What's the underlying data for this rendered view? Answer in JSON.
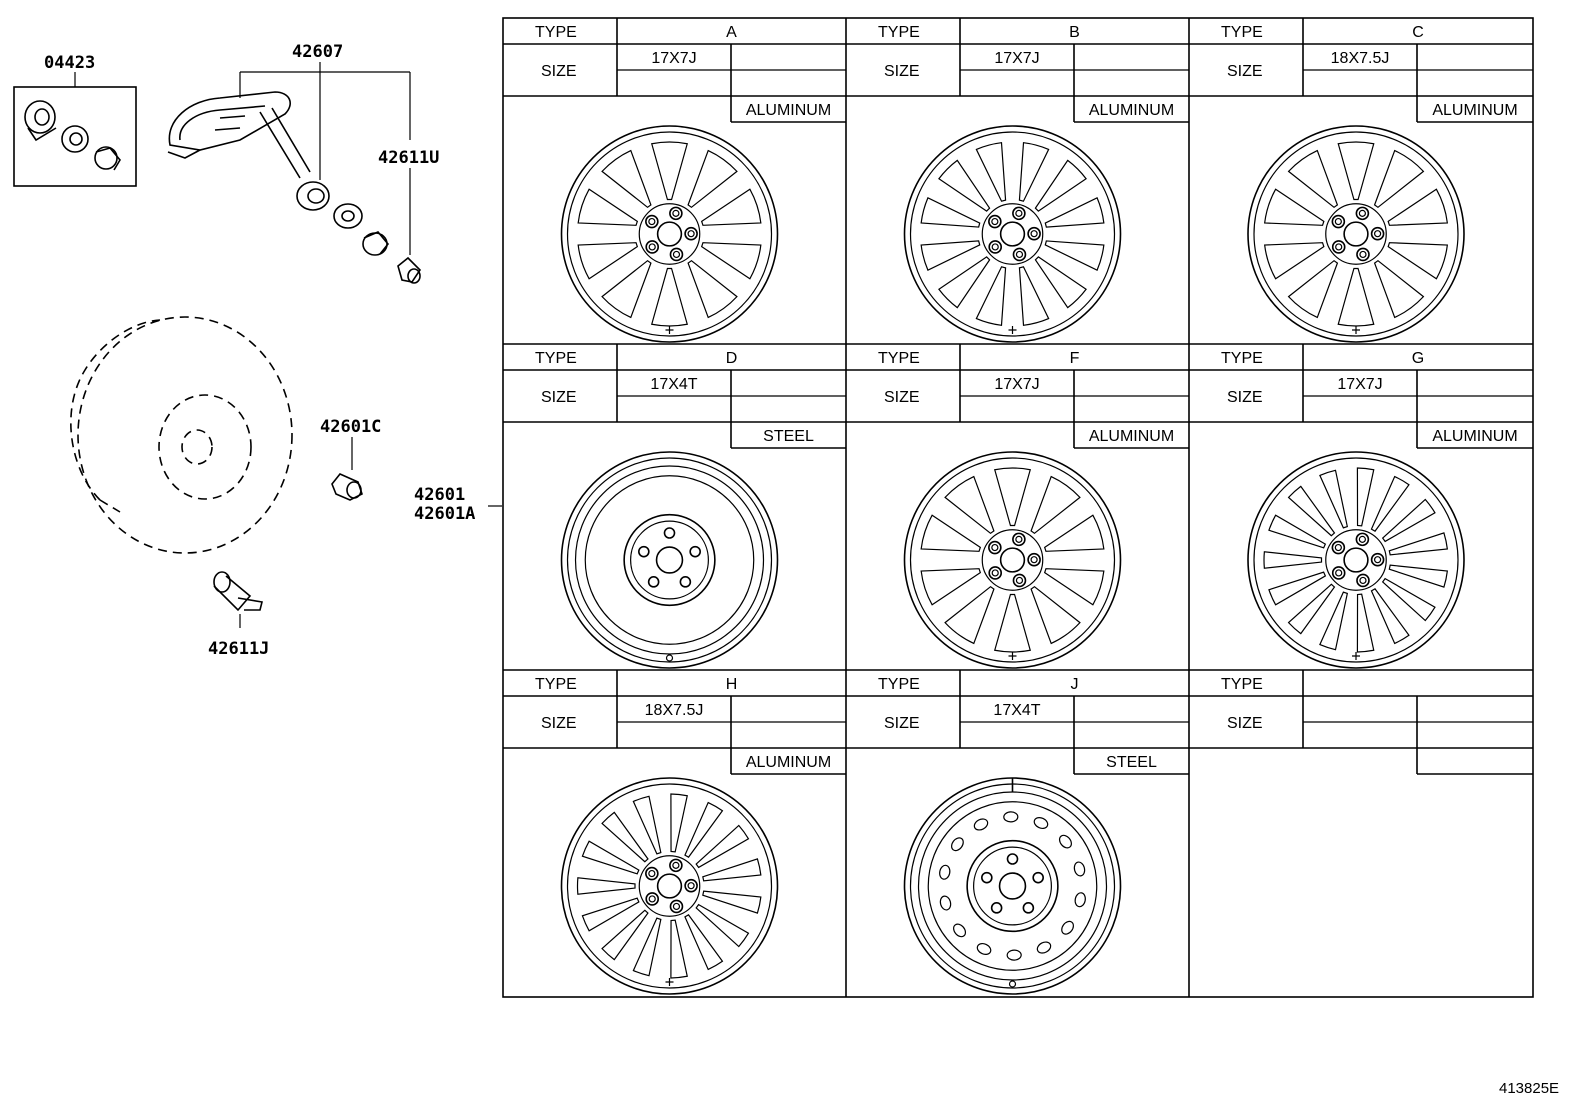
{
  "part_labels": {
    "p04423": "04423",
    "p42607": "42607",
    "p42611u": "42611U",
    "p42601c": "42601C",
    "p42601": "42601",
    "p42601a": "42601A",
    "p42611j": "42611J"
  },
  "table": {
    "type_label": "TYPE",
    "size_label": "SIZE",
    "cells": [
      {
        "type": "A",
        "size": "17X7J",
        "material": "ALUMINUM",
        "wheel": "twin-spoke-5"
      },
      {
        "type": "B",
        "size": "17X7J",
        "material": "ALUMINUM",
        "wheel": "multi-spoke-10"
      },
      {
        "type": "C",
        "size": "18X7.5J",
        "material": "ALUMINUM",
        "wheel": "split-spoke-5"
      },
      {
        "type": "D",
        "size": "17X4T",
        "material": "STEEL",
        "wheel": "steel-spare"
      },
      {
        "type": "F",
        "size": "17X7J",
        "material": "ALUMINUM",
        "wheel": "twin-spoke-5"
      },
      {
        "type": "G",
        "size": "17X7J",
        "material": "ALUMINUM",
        "wheel": "multi-spoke-15"
      },
      {
        "type": "H",
        "size": "18X7.5J",
        "material": "ALUMINUM",
        "wheel": "multi-spoke-15"
      },
      {
        "type": "J",
        "size": "17X4T",
        "material": "STEEL",
        "wheel": "steel-vented"
      },
      {
        "type": "",
        "size": "",
        "material": "",
        "wheel": "none"
      }
    ]
  },
  "footer": {
    "code": "413825E"
  }
}
